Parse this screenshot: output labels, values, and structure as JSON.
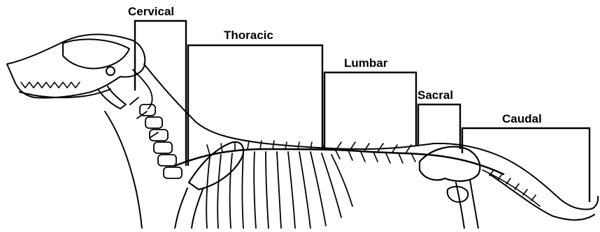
{
  "diagram": {
    "regions": [
      {
        "id": "cervical",
        "label": "Cervical"
      },
      {
        "id": "thoracic",
        "label": "Thoracic"
      },
      {
        "id": "lumbar",
        "label": "Lumbar"
      },
      {
        "id": "sacral",
        "label": "Sacral"
      },
      {
        "id": "caudal",
        "label": "Caudal"
      }
    ],
    "colors": {
      "ink": "#000000",
      "background": "#ffffff"
    }
  }
}
